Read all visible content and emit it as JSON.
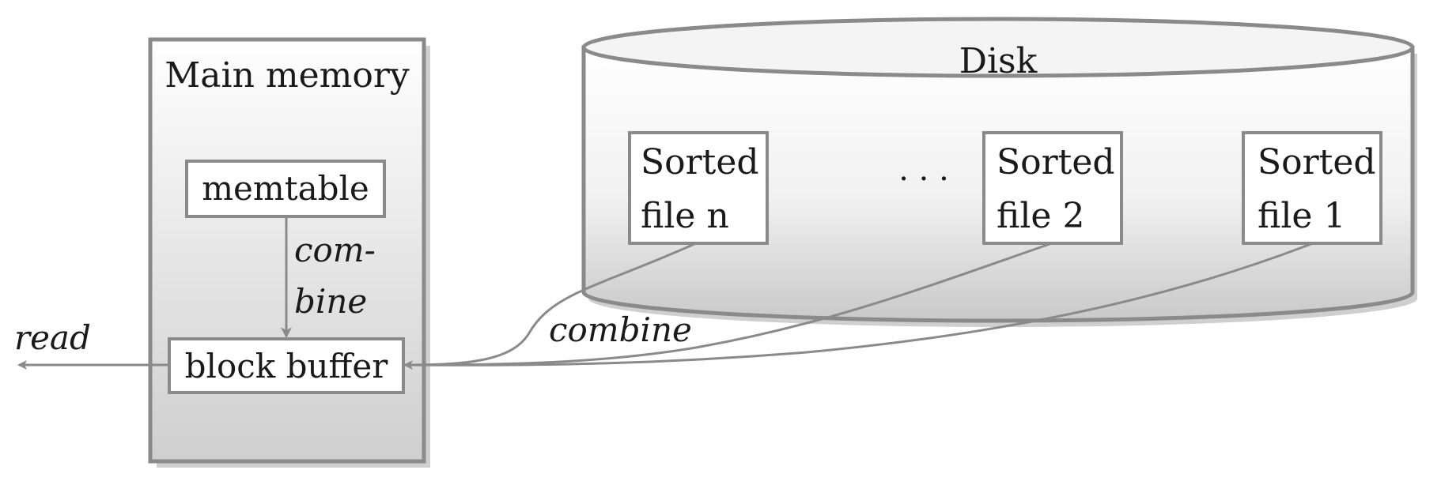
{
  "main_memory": {
    "title": "Main memory",
    "memtable_label": "memtable",
    "block_buffer_label": "block buffer",
    "combine_label_line1": "com-",
    "combine_label_line2": "bine"
  },
  "disk": {
    "title": "Disk",
    "files": [
      {
        "line1": "Sorted",
        "line2": "file n"
      },
      {
        "line1": "Sorted",
        "line2": "file 2"
      },
      {
        "line1": "Sorted",
        "line2": "file 1"
      }
    ],
    "ellipsis": "· · ·"
  },
  "edges": {
    "read_label": "read",
    "combine_label": "combine"
  }
}
